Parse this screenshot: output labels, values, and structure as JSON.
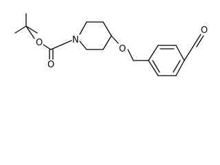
{
  "molecule": {
    "atoms": {
      "carbonyl_oxygen": "O",
      "ester_oxygen": "O",
      "piperidine_nitrogen": "N",
      "ether_oxygen": "O",
      "aldehyde_oxygen": "O"
    }
  }
}
